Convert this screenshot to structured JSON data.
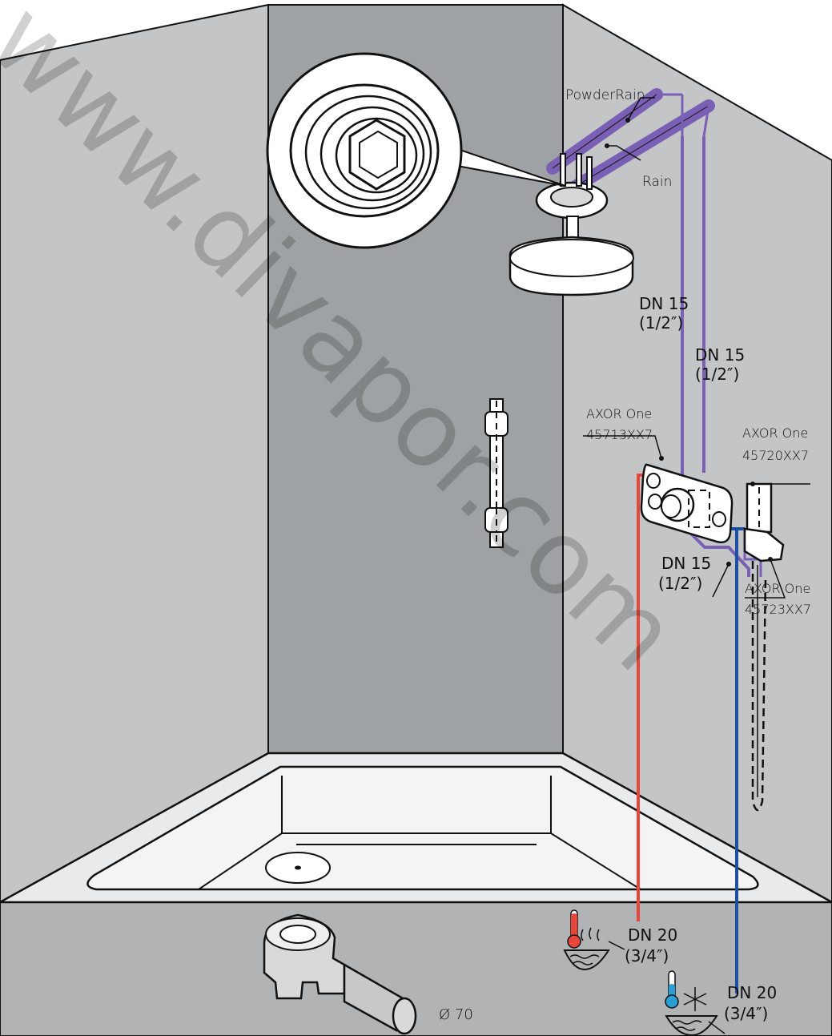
{
  "watermark": "www.divapor.com",
  "colors": {
    "back_wall": "#9fa2a4",
    "side_wall": "#c3c5c7",
    "floor_band": "#b1b3b5",
    "tub": "#e9eaeb",
    "hot_pipe": "#e8463a",
    "cold_pipe": "#1f4fa3",
    "shower_pipe": "#7a60b5",
    "outline": "#111111"
  },
  "pipes": {
    "powderrain": "PowderRain",
    "rain": "Rain"
  },
  "dimensions": {
    "dn15_a": {
      "line1": "DN 15",
      "line2": "(1/2″)"
    },
    "dn15_b": {
      "line1": "DN 15",
      "line2": "(1/2″)"
    },
    "dn15_c": {
      "line1": "DN 15",
      "line2": "(1/2″)"
    },
    "dn20_hot": {
      "line1": "DN 20",
      "line2": "(3/4″)"
    },
    "dn20_cold": {
      "line1": "DN 20",
      "line2": "(3/4″)"
    },
    "drain": "Ø 70"
  },
  "products": {
    "mixer": {
      "name": "AXOR One",
      "code": "45713XX7"
    },
    "hand_shower": {
      "name": "AXOR One",
      "code": "45720XX7"
    },
    "holder": {
      "name": "AXOR One",
      "code": "45723XX7"
    }
  },
  "icons": {
    "hot": "hot-water-thermometer-icon",
    "cold": "cold-water-snowflake-icon"
  }
}
